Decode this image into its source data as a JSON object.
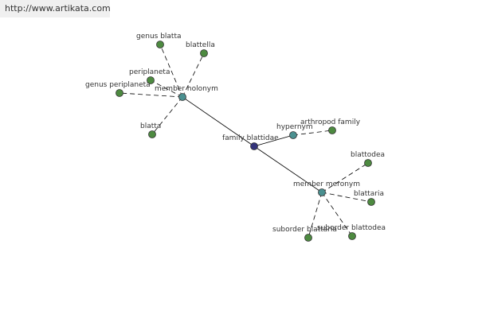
{
  "watermark": {
    "text": "http://www.artikata.com"
  },
  "colors": {
    "center": "#33337a",
    "hub": "#4a9090",
    "leaf": "#4d8a40"
  },
  "graph": {
    "center": {
      "label": "family blattidae"
    },
    "hubs": [
      {
        "id": "member-holonym",
        "label": "member holonym"
      },
      {
        "id": "hypernym",
        "label": "hypernym"
      },
      {
        "id": "member-meronym",
        "label": "member meronym"
      }
    ],
    "leaves": [
      {
        "hub": "member-holonym",
        "label": "genus blatta"
      },
      {
        "hub": "member-holonym",
        "label": "blattella"
      },
      {
        "hub": "member-holonym",
        "label": "periplaneta"
      },
      {
        "hub": "member-holonym",
        "label": "genus periplaneta"
      },
      {
        "hub": "member-holonym",
        "label": "blatta"
      },
      {
        "hub": "hypernym",
        "label": "arthropod family"
      },
      {
        "hub": "member-meronym",
        "label": "blattodea"
      },
      {
        "hub": "member-meronym",
        "label": "blattaria"
      },
      {
        "hub": "member-meronym",
        "label": "suborder blattaria"
      },
      {
        "hub": "member-meronym",
        "label": "suborder blattodea"
      }
    ]
  }
}
